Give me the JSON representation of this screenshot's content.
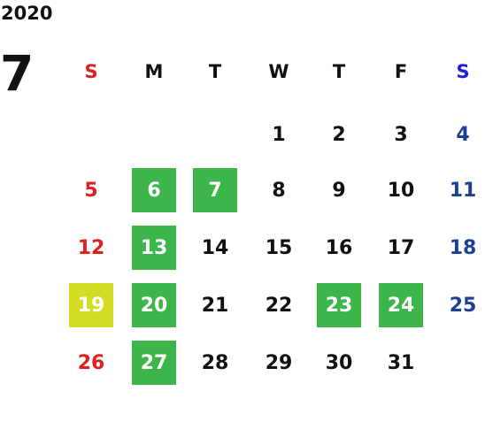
{
  "calendar": {
    "year": "2020",
    "month": "7",
    "weekdays": [
      "S",
      "M",
      "T",
      "W",
      "T",
      "F",
      "S"
    ],
    "colors": {
      "sunday": "#e0201e",
      "saturday": "#1e3f99",
      "holiday_green": "#3cb54a",
      "highlight_yellow": "#d4dc24"
    },
    "weeks": [
      [
        "",
        "",
        "",
        "1",
        "2",
        "3",
        "4"
      ],
      [
        "5",
        "6",
        "7",
        "8",
        "9",
        "10",
        "11"
      ],
      [
        "12",
        "13",
        "14",
        "15",
        "16",
        "17",
        "18"
      ],
      [
        "19",
        "20",
        "21",
        "22",
        "23",
        "24",
        "25"
      ],
      [
        "26",
        "27",
        "28",
        "29",
        "30",
        "31",
        ""
      ]
    ],
    "green_days": [
      "6",
      "7",
      "13",
      "20",
      "23",
      "24",
      "27"
    ],
    "yellow_days": [
      "19"
    ]
  }
}
